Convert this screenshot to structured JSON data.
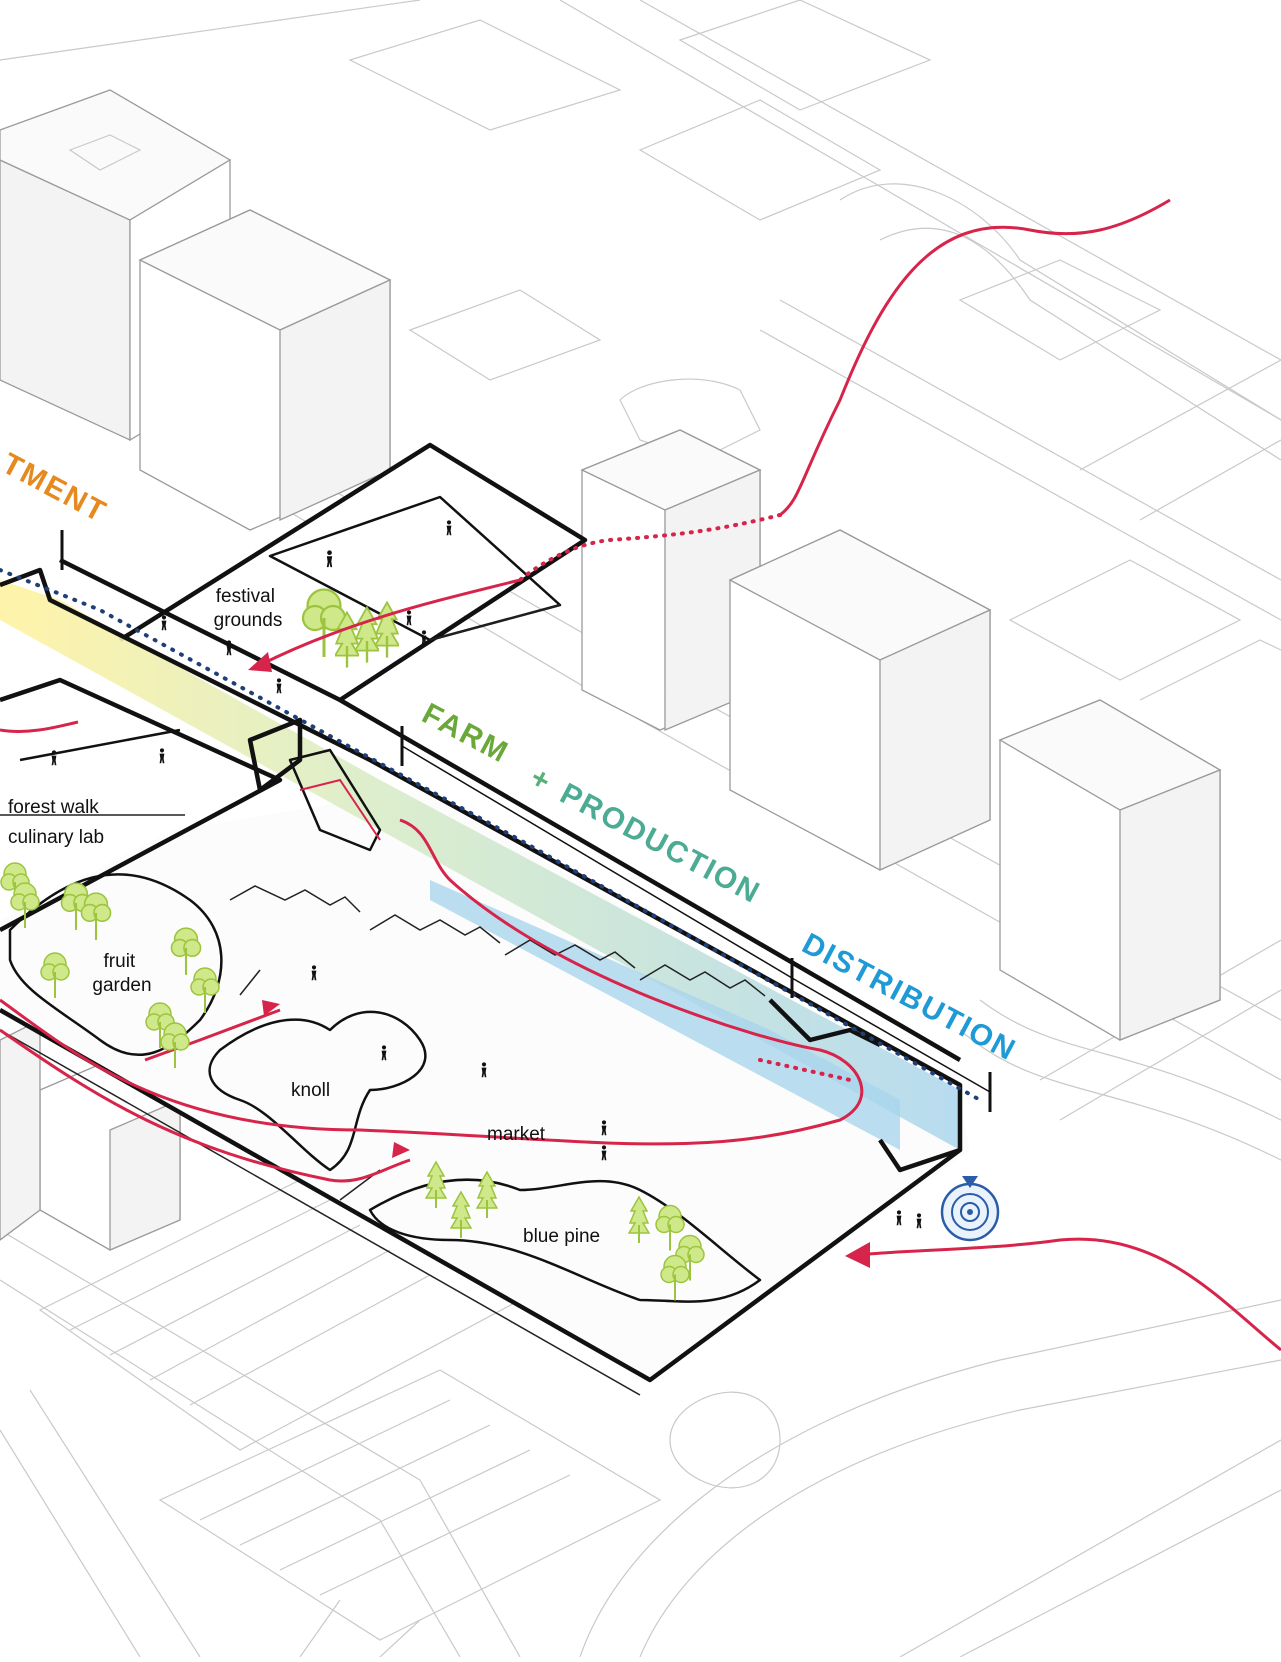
{
  "labels": {
    "festival": "festival\ngrounds",
    "forest_walk": "forest walk",
    "culinary_lab": "culinary lab",
    "fruit_garden": "fruit\ngarden",
    "knoll": "knoll",
    "market": "market",
    "blue_pine": "blue pine"
  },
  "phases": {
    "left": {
      "text": "TMENT",
      "color": "#e58a1f"
    },
    "farm": {
      "text": "FARM",
      "color": "#6aa83a"
    },
    "plus": {
      "text": "+",
      "color": "#5bb07a"
    },
    "production": {
      "text": "PRODUCTION",
      "color": "#4cab93"
    },
    "distribution": {
      "text": "DISTRIBUTION",
      "color": "#1e9ad6"
    }
  },
  "colors": {
    "circulation_red": "#d6244a",
    "dotted_blue": "#1f3f78",
    "tree_green": "#cfe88a",
    "outline": "#111111"
  },
  "icons": [
    "target-icon",
    "tree-icon",
    "person-icon",
    "arrow-icon"
  ]
}
